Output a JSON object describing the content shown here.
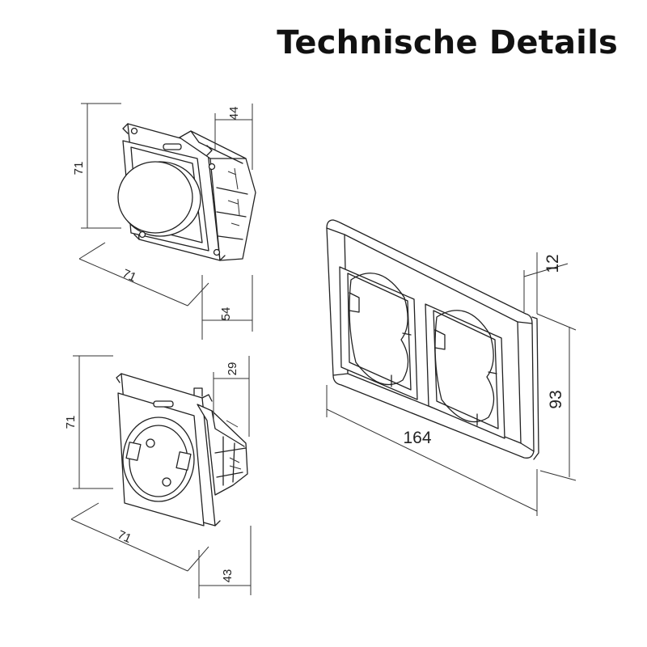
{
  "title": "Technische Details",
  "dimmer": {
    "height": "71",
    "width": "71",
    "depth": "54",
    "depth_top": "44"
  },
  "socket": {
    "height": "71",
    "width": "71",
    "depth": "43",
    "depth_top": "29"
  },
  "frame": {
    "width": "164",
    "height": "93",
    "depth": "12"
  },
  "colors": {
    "line": "#222222",
    "background": "#ffffff"
  }
}
